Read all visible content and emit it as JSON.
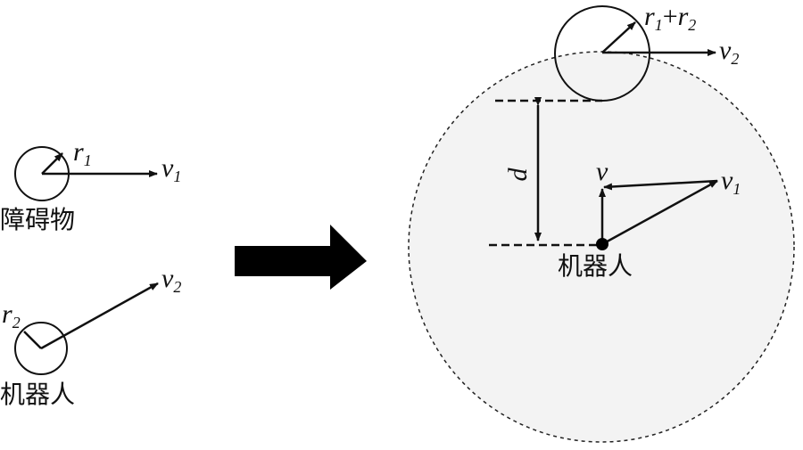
{
  "left": {
    "obstacle": {
      "label": "障碍物",
      "radius_label": "r",
      "radius_sub": "1",
      "velocity_label": "v",
      "velocity_sub": "1"
    },
    "robot": {
      "label": "机器人",
      "radius_label": "r",
      "radius_sub": "2",
      "velocity_label": "v",
      "velocity_sub": "2"
    }
  },
  "right": {
    "combined_radius": {
      "r1": "r",
      "s1": "1",
      "plus": "+",
      "r2": "r",
      "s2": "2"
    },
    "velocity2": {
      "label": "v",
      "sub": "2"
    },
    "distance_label": "d",
    "v_label": "v",
    "velocity1": {
      "label": "v",
      "sub": "1"
    },
    "robot_label": "机器人"
  },
  "colors": {
    "region_fill": "#f3f3f3",
    "stroke": "#111111"
  }
}
